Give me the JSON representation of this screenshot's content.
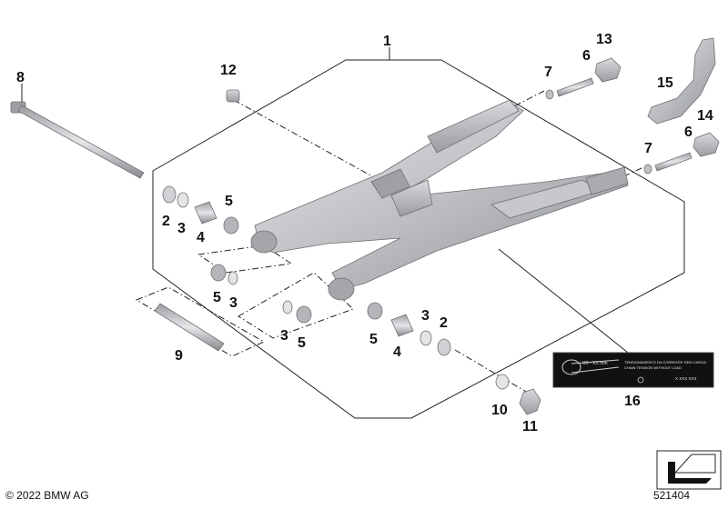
{
  "diagram": {
    "callouts": [
      "1",
      "2",
      "3",
      "4",
      "5",
      "5",
      "3",
      "8",
      "12",
      "9",
      "3",
      "5",
      "5",
      "4",
      "3",
      "2",
      "10",
      "11",
      "13",
      "6",
      "7",
      "15",
      "14",
      "6",
      "7",
      "16"
    ],
    "label_sticker": {
      "line1": "TENSIONAMENTO DA CORRENTE SEM CARGA",
      "line2": "CHAIN TENSION WITHOUT LOAD",
      "measure": "XX - XX mm",
      "code": "X XXX XXX"
    },
    "copyright": "© 2022 BMW AG",
    "part_number": "521404"
  }
}
